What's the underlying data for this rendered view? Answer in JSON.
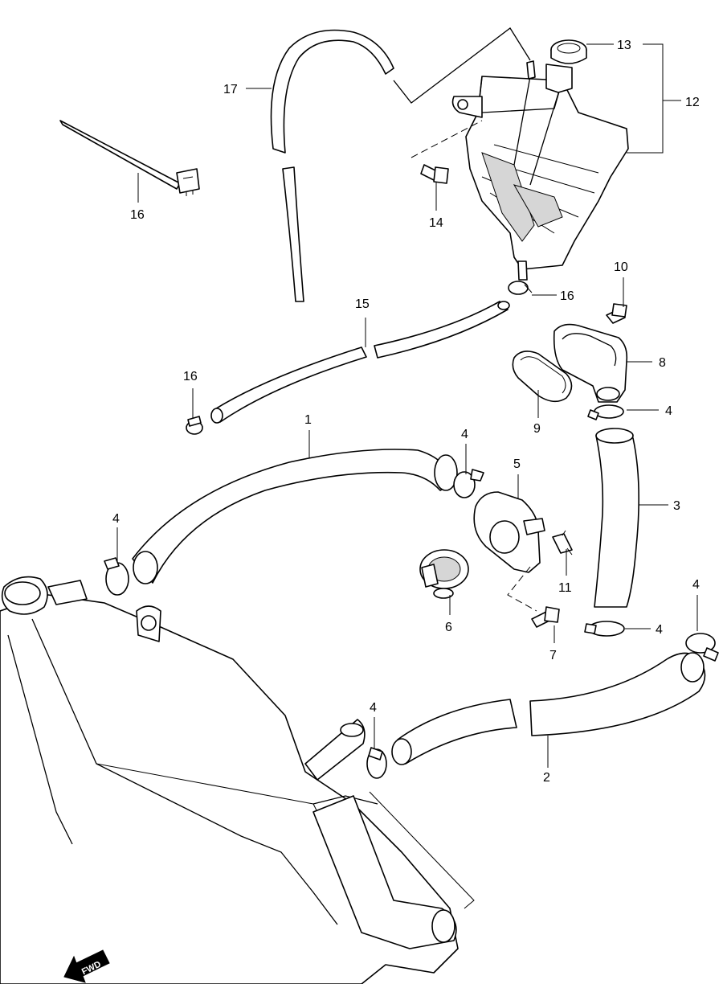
{
  "callouts": {
    "c1": "1",
    "c2": "2",
    "c3": "3",
    "c4": "4",
    "c5": "5",
    "c6": "6",
    "c7": "7",
    "c8": "8",
    "c9": "9",
    "c10": "10",
    "c11": "11",
    "c12": "12",
    "c13": "13",
    "c14": "14",
    "c15": "15",
    "c16": "16",
    "c17": "17"
  },
  "fwd_badge": "FWD"
}
